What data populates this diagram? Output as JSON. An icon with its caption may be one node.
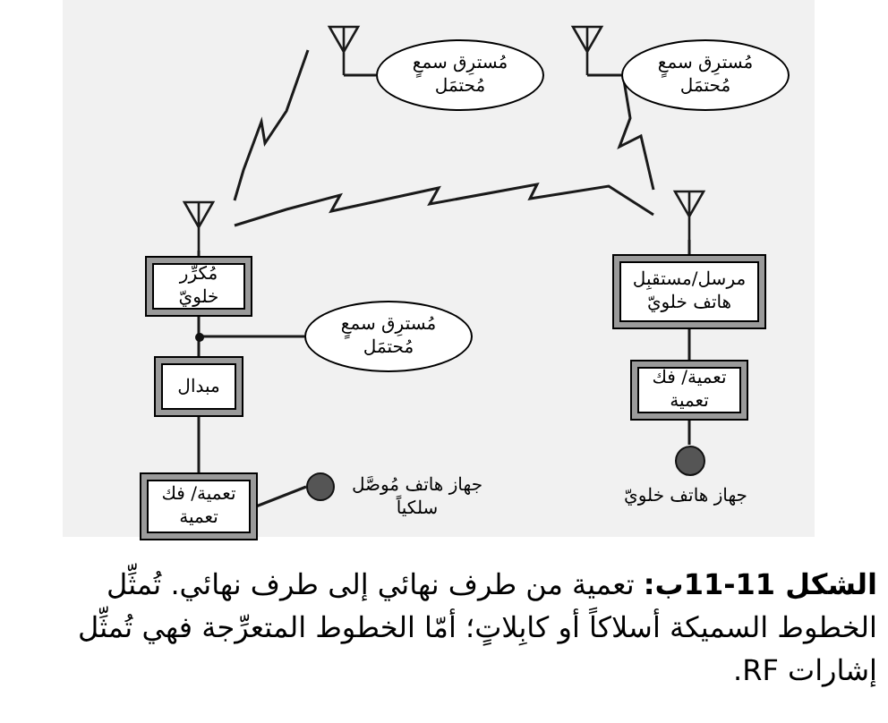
{
  "diagram": {
    "caption": "**الشكل 11-11ب:** تعمية من طرف نهائي إلى طرف نهائي. تُمثِّل الخطوط السميكة أسلاكاً أو كابِلاتٍ؛ أمّا الخطوط المتعرِّجة فهي تُمثِّل إشارات RF.",
    "nodes": [
      {
        "text": [],
        "shape": "antenna"
      },
      {
        "text": [
          "مُسترِق سمعٍ مُحتمَل"
        ]
      },
      {
        "text": [],
        "shape": "antenna"
      },
      {
        "text": [
          "مُسترِق سمعٍ مُحتمَل"
        ]
      },
      {
        "text": [],
        "shape": "antenna"
      },
      {
        "text": [],
        "shape": "antenna"
      },
      {
        "text": [
          "مُكرِّر خلويّ"
        ]
      },
      {
        "text": [],
        "shape": "dot"
      },
      {
        "text": [
          "مُسترِق سمعٍ مُحتمَل"
        ]
      },
      {
        "text": [
          "مبدال"
        ]
      },
      {
        "text": [
          "تعمية/ فك تعمية"
        ]
      },
      {
        "text": [],
        "shape": "circle",
        "beside": [
          "جهاز هاتف مُوصَّل سلكياً"
        ]
      },
      {
        "text": [
          "مرسل/مستقبِل هاتف خلويّ"
        ]
      },
      {
        "text": [
          "تعمية/ فك تعمية"
        ]
      },
      {
        "text": [],
        "shape": "circle",
        "beside": [
          "جهاز هاتف خلويّ"
        ]
      }
    ],
    "edges": [
      {
        "from": 0,
        "to": 1,
        "arrow": "none"
      },
      {
        "from": 2,
        "to": 3,
        "arrow": "none"
      },
      {
        "from": 0,
        "to": 4,
        "arrow": "none"
      },
      {
        "from": 2,
        "to": 5,
        "arrow": "none"
      },
      {
        "from": 4,
        "to": 5,
        "arrow": "none"
      },
      {
        "from": 4,
        "to": 6,
        "arrow": "none"
      },
      {
        "from": 6,
        "to": 7,
        "arrow": "none"
      },
      {
        "from": 7,
        "to": 9,
        "arrow": "none"
      },
      {
        "from": 7,
        "to": 8,
        "arrow": "none"
      },
      {
        "from": 9,
        "to": 10,
        "arrow": "none"
      },
      {
        "from": 10,
        "to": 11,
        "arrow": "none"
      },
      {
        "from": 5,
        "to": 12,
        "arrow": "none"
      },
      {
        "from": 12,
        "to": 13,
        "arrow": "none"
      },
      {
        "from": 13,
        "to": 14,
        "arrow": "none"
      }
    ]
  }
}
